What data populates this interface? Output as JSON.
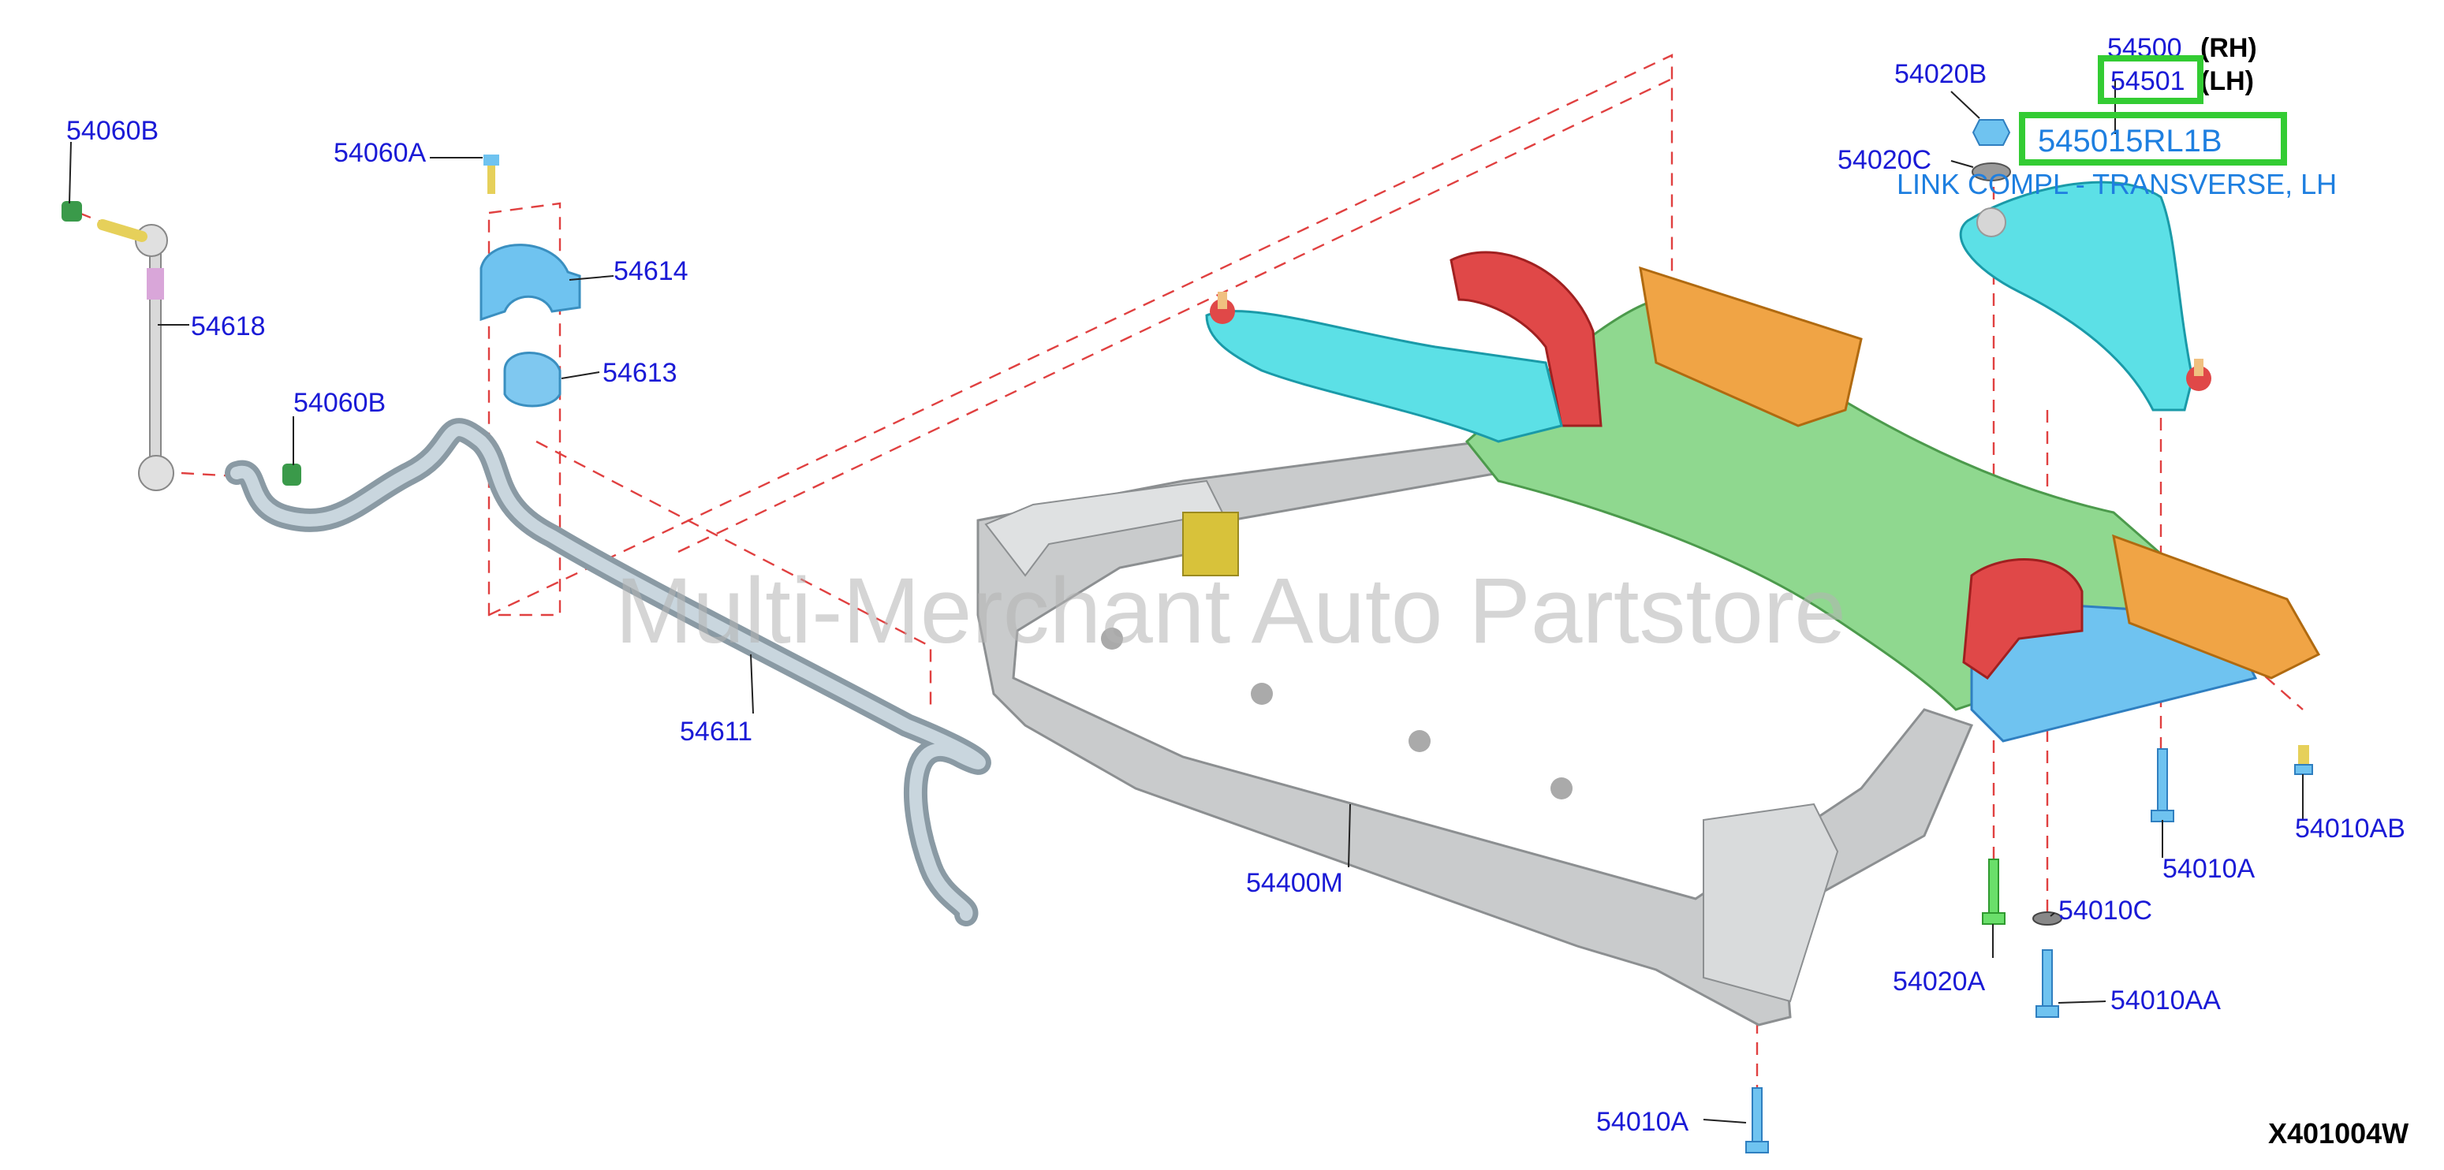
{
  "callouts": {
    "p54060B_top": "54060B",
    "p54060A": "54060A",
    "p54614": "54614",
    "p54618": "54618",
    "p54613": "54613",
    "p54060B_mid": "54060B",
    "p54611": "54611",
    "p54400M": "54400M",
    "p54010A_bottom": "54010A",
    "p54020B": "54020B",
    "p54500": "54500",
    "p54500_side": "(RH)",
    "p54501": "54501",
    "p54501_side": "(LH)",
    "p54020C": "54020C",
    "p54010A_right": "54010A",
    "p54010AB": "54010AB",
    "p54010C": "54010C",
    "p54020A": "54020A",
    "p54010AA": "54010AA"
  },
  "highlight": {
    "part_number": "545015RL1B",
    "description": "LINK COMPL - TRANSVERSE, LH",
    "box_color": "#33cc33"
  },
  "watermark": "Multi-Merchant Auto Partstore",
  "diagram_code": "X401004W",
  "colors": {
    "frame": "#c9cbcc",
    "crossmember": "#8fd88f",
    "control_arm": "#5ce0e6",
    "bracket_orange": "#f0a445",
    "bracket_red": "#e04848",
    "bushing": "#6fc3f0",
    "callout_text": "#1a1ad6",
    "dashed_line": "#e04040"
  }
}
